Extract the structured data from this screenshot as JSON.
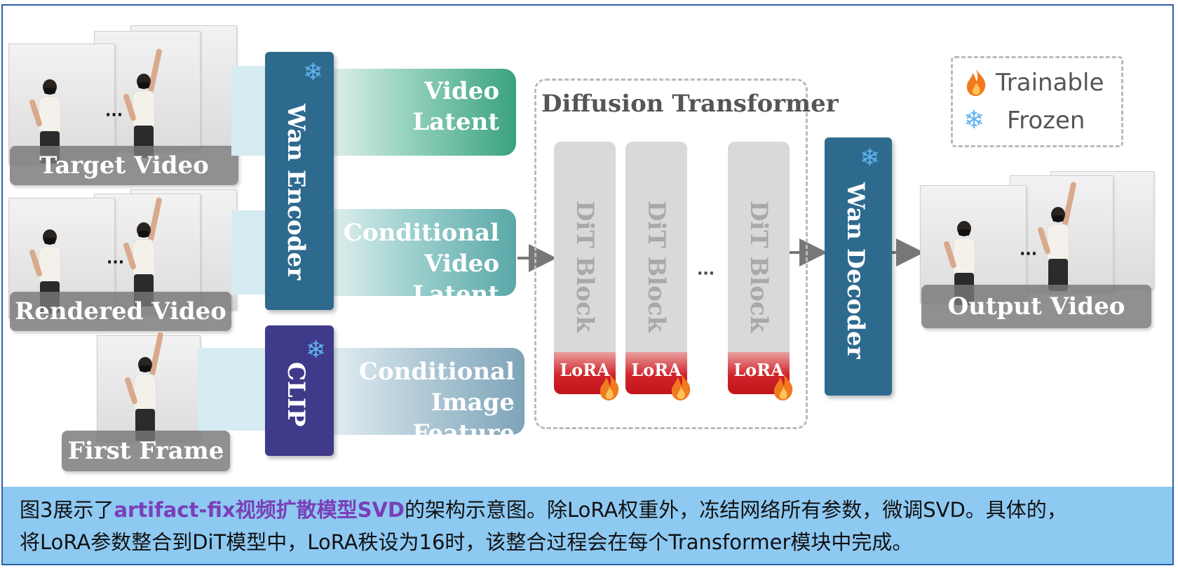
{
  "inputs": {
    "target_video": "Target Video",
    "rendered_video": "Rendered Video",
    "first_frame": "First Frame",
    "ellipsis": "···"
  },
  "encoders": {
    "wan_encoder": "Wan Encoder",
    "clip": "CLIP",
    "wan_decoder": "Wan Decoder"
  },
  "latents": {
    "video_latent_l1": "Video",
    "video_latent_l2": "Latent",
    "cond_video_l1": "Conditional",
    "cond_video_l2": "Video Latent",
    "cond_image_l1": "Conditional",
    "cond_image_l2": "Image Feature"
  },
  "diffusion": {
    "title": "Diffusion Transformer",
    "block_label": "DiT Block",
    "lora_label": "LoRA",
    "ellipsis": "···"
  },
  "output": {
    "label": "Output Video"
  },
  "legend": {
    "trainable": "Trainable",
    "frozen": "Frozen",
    "snow_icon": "snowflake-icon",
    "fire_icon": "flame-icon"
  },
  "caption": {
    "part1": "图3展示了",
    "highlight": "artifact-fix视频扩散模型SVD",
    "part2": "的架构示意图。除LoRA权重外，冻结网络所有参数，微调SVD。具体的，",
    "line2": "将LoRA参数整合到DiT模型中，LoRA秩设为16时，该整合过程会在每个Transformer模块中完成。"
  },
  "colors": {
    "wan_encoder": "#2d6a8e",
    "clip": "#3f3a8a",
    "video_latent": "#3aa27f",
    "cond_video": "#5aa8a8",
    "cond_image": "#7ea4b8",
    "lora": "#d2232a",
    "caption_bg": "#8ec9f2",
    "highlight": "#7a3fb8"
  }
}
